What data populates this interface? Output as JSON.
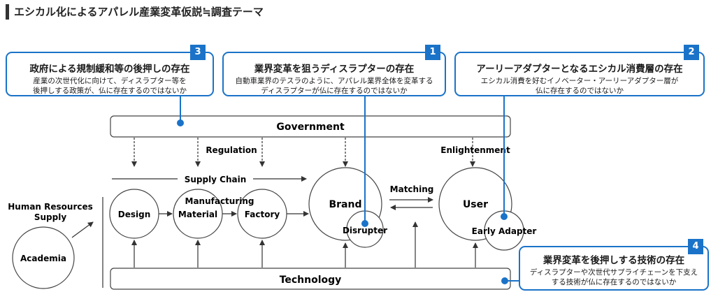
{
  "title": "エシカル化によるアパレル産業変革仮説≒調査テーマ",
  "callouts": {
    "c3": {
      "num": "3",
      "head": "政府による規制緩和等の後押しの存在",
      "line1": "産業の次世代化に向けて、ディスラプター等を",
      "line2": "後押しする政策が、仏に存在するのではないか"
    },
    "c1": {
      "num": "1",
      "head": "業界変革を狙うディスラプターの存在",
      "line1": "自動車業界のテスラのように、アパレル業界全体を変革する",
      "line2": "ディスラプターが仏に存在するのではないか"
    },
    "c2": {
      "num": "2",
      "head": "アーリーアダプターとなるエシカル消費層の存在",
      "line1": "エシカル消費を好むイノベーター・アーリーアダプター層が",
      "line2": "仏に存在するのではないか"
    },
    "c4": {
      "num": "4",
      "head": "業界変革を後押しする技術の存在",
      "line1": "ディスラプターや次世代サプライチェーンを下支え",
      "line2": "する技術が仏に存在するのではないか"
    }
  },
  "diagram": {
    "government": "Government",
    "technology": "Technology",
    "regulation": "Regulation",
    "enlightenment": "Enlightenment",
    "supply_chain": "Supply Chain",
    "matching": "Matching",
    "hr_supply_line1": "Human Resources",
    "hr_supply_line2": "Supply",
    "academia": "Academia",
    "design": "Design",
    "material": "Material",
    "manufacturing": "Manufacturing",
    "factory": "Factory",
    "brand": "Brand",
    "disrupter": "Disrupter",
    "user": "User",
    "early_adapter": "Early Adapter"
  },
  "colors": {
    "accent": "#1a73c8",
    "line": "#333333"
  }
}
